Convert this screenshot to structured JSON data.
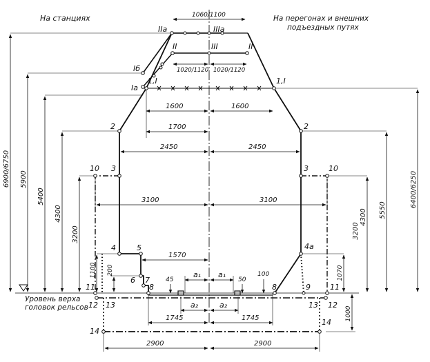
{
  "headers": {
    "left": "На станциях",
    "right_line1": "На перегонах и внешних",
    "right_line2": "подъездных путях"
  },
  "rail_level": {
    "line1": "Уровень верха",
    "line2": "головок рельсов"
  },
  "vertical_dims": {
    "h6900": "6900/6750",
    "h5900": "5900",
    "h5400": "5400",
    "h4300_left": "4300",
    "h3200_left": "3200",
    "h1100": "1100",
    "h200": "200",
    "h6400": "6400/6250",
    "h5550": "5550",
    "h4300_right": "4300",
    "h3200_right": "3200",
    "h1070": "1070",
    "h1000": "1000"
  },
  "horizontal_dims": {
    "w1060": "1060/1100",
    "w1020_left": "1020/1120",
    "w1020_right": "1020/1120",
    "w1600_left": "1600",
    "w1600_right": "1600",
    "w1700": "1700",
    "w2450_left": "2450",
    "w2450_right": "2450",
    "w3100_left": "3100",
    "w3100_right": "3100",
    "w1570": "1570",
    "w1745_left": "1745",
    "w1745_right": "1745",
    "w2900_left": "2900",
    "w2900_right": "2900",
    "d45": "45",
    "d50": "50",
    "d100": "100"
  },
  "points": {
    "IIa": "IIа",
    "IIIa": "IIIа",
    "II_left": "II",
    "III": "III",
    "II_right": "II",
    "Ib": "Iб",
    "Ia": "Iа",
    "I1_left": "1,I",
    "I1_right": "1,I",
    "p2_left": "2",
    "p2_right": "2",
    "p3_left": "3",
    "p3_right": "3",
    "p10_left": "10",
    "p10_right": "10",
    "p4": "4",
    "p4a": "4а",
    "p5": "5",
    "p6": "6",
    "p7": "7",
    "p8_left": "8",
    "p8_right": "8",
    "p9": "9",
    "p11_left": "11",
    "p11_right": "11",
    "p12_left": "12",
    "p12_right": "12",
    "p13_left": "13",
    "p13_right": "13",
    "p14_left": "14",
    "p14_right": "14",
    "a1_left": "a₁",
    "a1_right": "a₁",
    "a2_left": "a₂",
    "a2_right": "a₂"
  }
}
